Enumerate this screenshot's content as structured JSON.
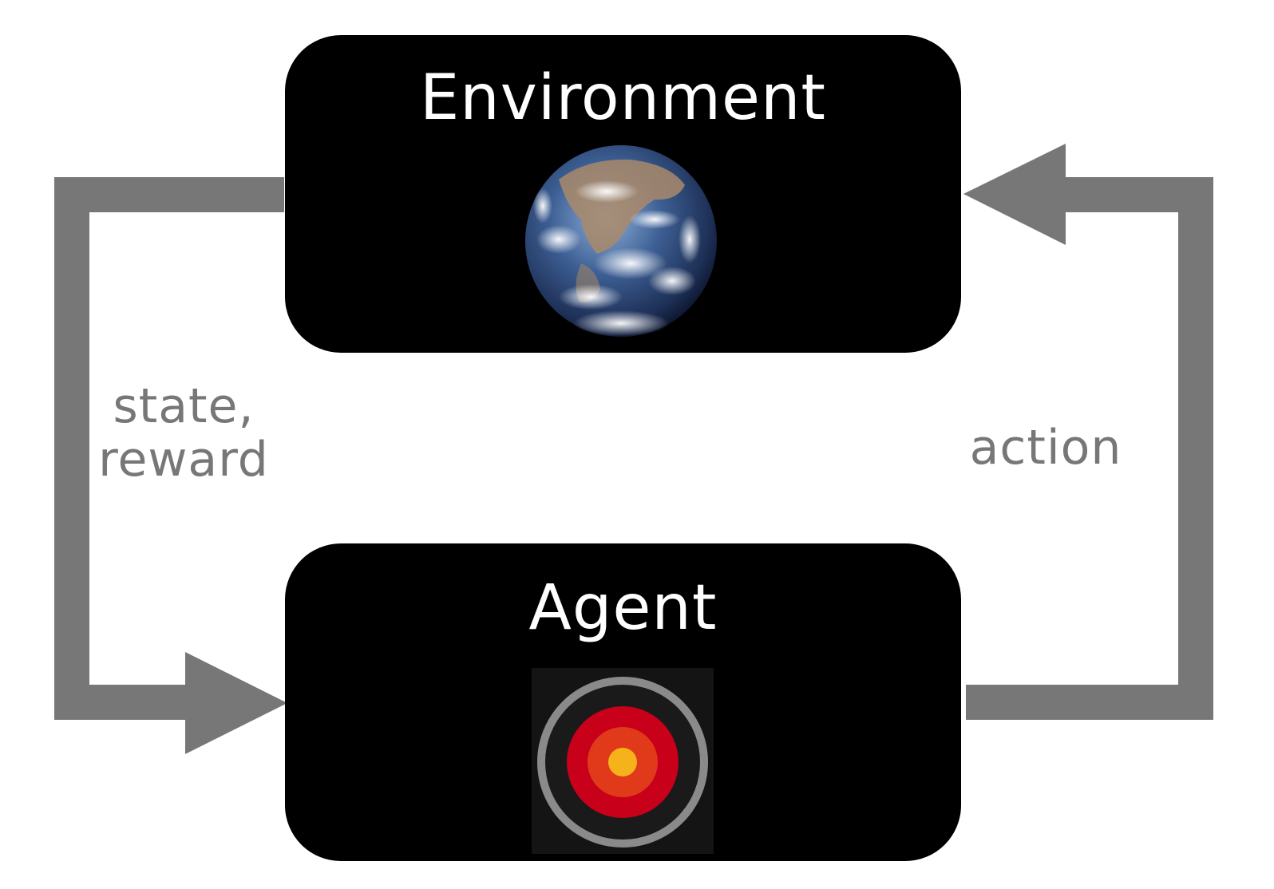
{
  "diagram": {
    "environment": {
      "title": "Environment",
      "icon": "earth-globe-icon"
    },
    "agent": {
      "title": "Agent",
      "icon": "red-eye-lens-icon"
    },
    "edges": {
      "observation": {
        "line1": "state,",
        "line2": "reward"
      },
      "action": {
        "label": "action"
      }
    },
    "colors": {
      "box": "#000000",
      "arrow": "#777777",
      "label": "#777777",
      "title": "#ffffff",
      "background": "#ffffff"
    }
  }
}
